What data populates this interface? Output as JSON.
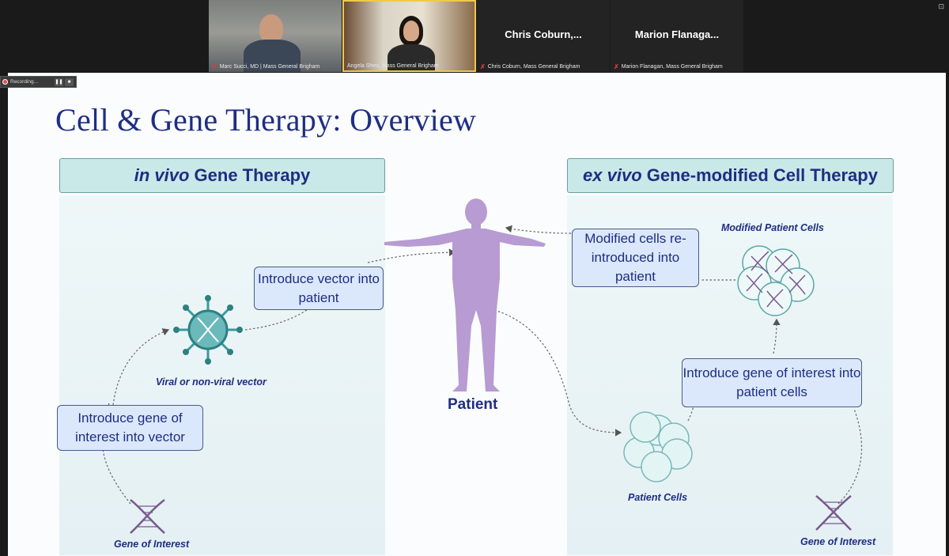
{
  "participants": [
    {
      "name": "Marc Succi, MD | Mass General Brigham",
      "video": true
    },
    {
      "name": "Angela Shen, Mass General Brigham",
      "video": true
    },
    {
      "name": "Chris Coburn, Mass General Brigham",
      "display": "Chris  Coburn,...",
      "video": false
    },
    {
      "name": "Marion Flanagan, Mass General Brigham",
      "display": "Marion  Flanaga...",
      "video": false
    }
  ],
  "recording": {
    "label": "Recording..."
  },
  "slide": {
    "title": "Cell & Gene Therapy: Overview",
    "left_header": {
      "italic": "in vivo",
      "rest": " Gene Therapy"
    },
    "right_header": {
      "italic": "ex vivo",
      "rest": " Gene-modified Cell Therapy"
    },
    "steps": {
      "introduce_gene_vector": "Introduce gene of interest into vector",
      "introduce_vector_patient": "Introduce vector into patient",
      "modified_cells_reintroduced": "Modified cells re-introduced into patient",
      "introduce_gene_cells": "Introduce gene of interest into patient cells"
    },
    "labels": {
      "vector": "Viral or non-viral vector",
      "gene_left": "Gene of Interest",
      "gene_right": "Gene of Interest",
      "patient": "Patient",
      "patient_cells": "Patient Cells",
      "modified_cells": "Modified Patient Cells"
    }
  },
  "colors": {
    "title": "#1f2d83",
    "panel": "#e8f3f5",
    "header_fill": "#c9e8e8",
    "step_fill": "#dbe8fb",
    "human": "#b79bd2",
    "virus": "#3a9a9c",
    "dna": "#7a5a8e",
    "cell": "#bfe3e3"
  }
}
